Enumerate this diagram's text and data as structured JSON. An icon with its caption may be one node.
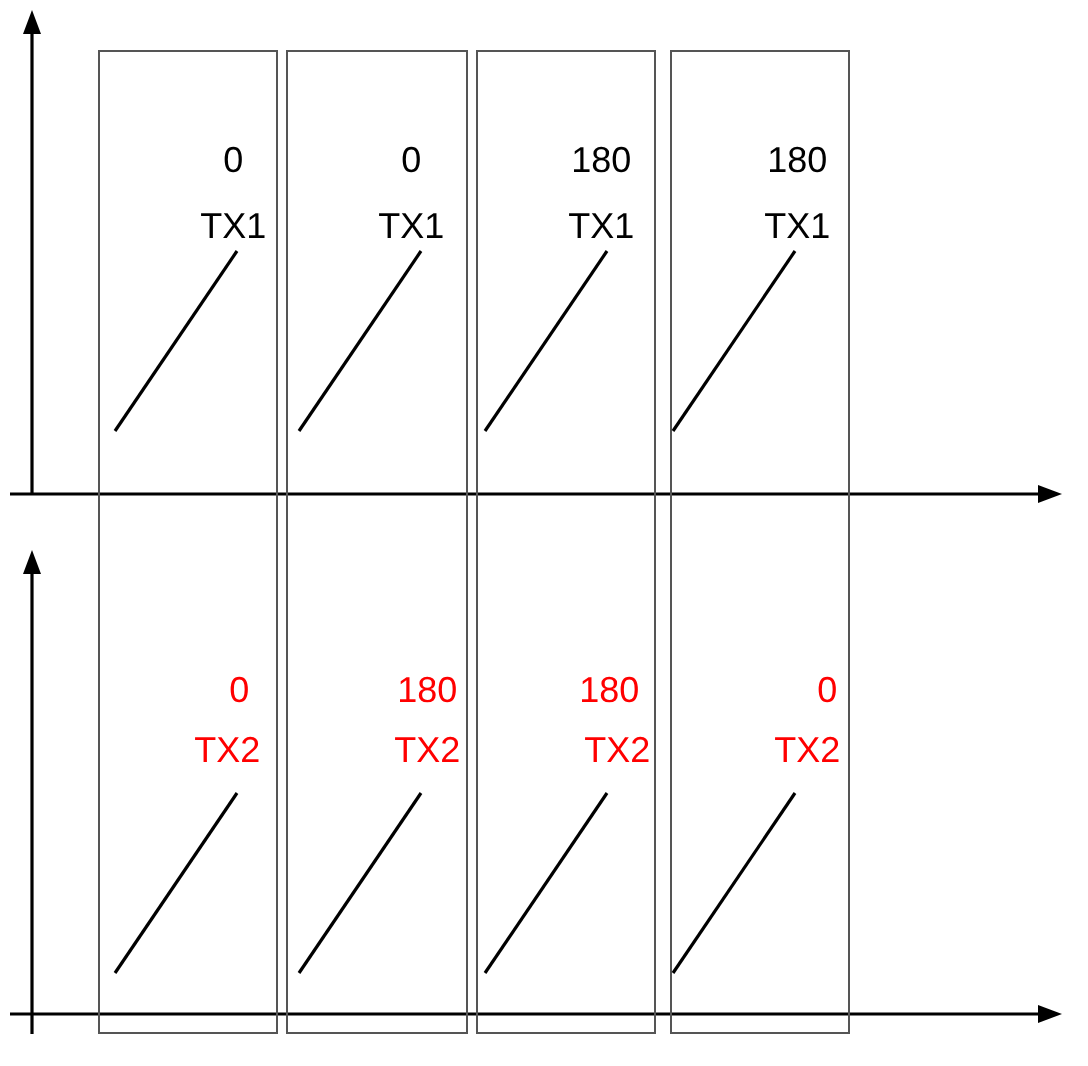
{
  "diagram": {
    "nodes": [
      {
        "text": [
          "0",
          "TX1",
          "0",
          "TX2"
        ]
      },
      {
        "text": [
          "0",
          "TX1",
          "180",
          "TX2"
        ]
      },
      {
        "text": [
          "180",
          "TX1",
          "180",
          "TX2"
        ]
      },
      {
        "text": [
          "180",
          "TX1",
          "0",
          "TX2"
        ]
      }
    ]
  }
}
